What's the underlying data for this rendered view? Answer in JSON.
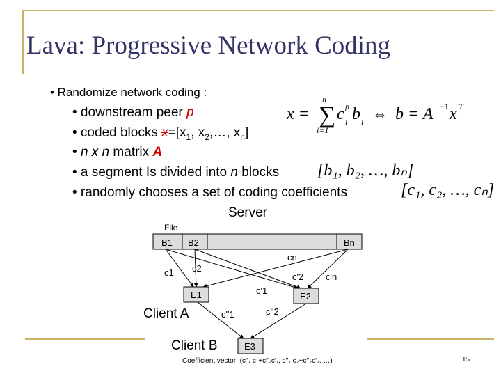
{
  "title": "Lava: Progressive Network Coding",
  "bullets": {
    "b0": "• Randomize network coding :",
    "b1_prefix": "• downstream peer ",
    "b1_var": "p",
    "b2_prefix": "• coded blocks ",
    "b2_var": "x",
    "b2_rest_1": "=[x",
    "b2_sub1": "1",
    "b2_rest_2": ", x",
    "b2_sub2": "2",
    "b2_rest_3": ",…, x",
    "b2_subn": "n",
    "b2_rest_4": "]",
    "b3_prefix": "• ",
    "b3_expr": "n x n",
    "b3_mid": " matrix ",
    "b3_var": "A",
    "b4_prefix": "• a segment Is divided into ",
    "b4_var": "n",
    "b4_suffix": " blocks",
    "b5": "• randomly chooses a set of coding coefficients"
  },
  "formulas": {
    "sum_lhs": "x =",
    "sum_symbol": "∑",
    "sum_upper": "n",
    "sum_lower": "i=1",
    "sum_term": "c",
    "sum_term_sup": "p",
    "sum_term_sub": "i",
    "sum_b": "b",
    "sum_b_sub": "i",
    "equiv": "⇔",
    "inverse": "b = A",
    "inverse_sup": "−1",
    "inverse_tail": "x",
    "inverse_tail_sup": "T",
    "blocks_vector": "[b₁, b₂, …, bₙ]",
    "coef_vector": "[c₁, c₂, …, cₙ]"
  },
  "diagram": {
    "server": "Server",
    "file": "File",
    "b1": "B1",
    "b2": "B2",
    "bn": "Bn",
    "c1": "c1",
    "c2": "c2",
    "cn": "cn",
    "c_prime_2": "c'2",
    "c_prime_n": "c'n",
    "c_prime_1": "c'1",
    "e1": "E1",
    "e2": "E2",
    "client_a": "Client A",
    "c_dprime_1": "c''1",
    "c_dprime_2": "c''2",
    "client_b": "Client B",
    "e3": "E3",
    "coef_vector_caption": "Coefficient vector: (c''₁ c₁+c''₂c'₁, c''₁ c₂+c''₂c'₂, …)"
  },
  "page_number": "15",
  "colors": {
    "title": "#333366",
    "accent_red": "#cc0000",
    "rule": "#c8b56a"
  }
}
